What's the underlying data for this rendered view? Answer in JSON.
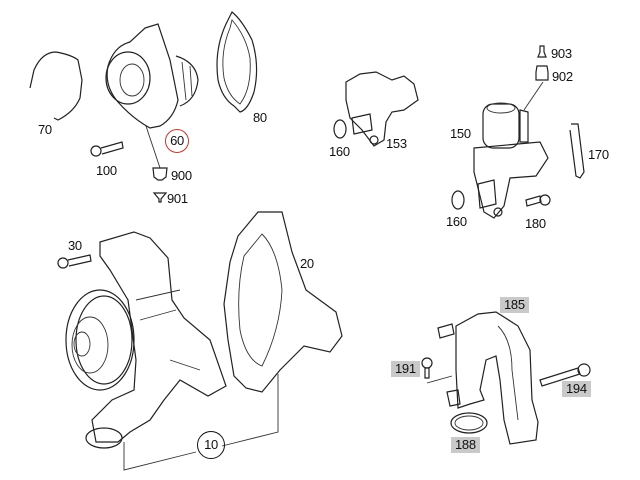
{
  "diagram": {
    "title": "Water pump / thermostat assembly parts diagram",
    "highlight_color": "#c0392b",
    "box_color": "#c9c9c9",
    "callouts": [
      {
        "id": "c70",
        "text": "70",
        "style": "plain"
      },
      {
        "id": "c100",
        "text": "100",
        "style": "plain"
      },
      {
        "id": "c60",
        "text": "60",
        "style": "circled-red"
      },
      {
        "id": "c80",
        "text": "80",
        "style": "plain"
      },
      {
        "id": "c900",
        "text": "900",
        "style": "plain"
      },
      {
        "id": "c901",
        "text": "901",
        "style": "plain"
      },
      {
        "id": "c903",
        "text": "903",
        "style": "plain"
      },
      {
        "id": "c902",
        "text": "902",
        "style": "plain"
      },
      {
        "id": "c160a",
        "text": "160",
        "style": "plain"
      },
      {
        "id": "c153",
        "text": "153",
        "style": "plain"
      },
      {
        "id": "c150",
        "text": "150",
        "style": "plain"
      },
      {
        "id": "c170",
        "text": "170",
        "style": "plain"
      },
      {
        "id": "c160b",
        "text": "160",
        "style": "plain"
      },
      {
        "id": "c180",
        "text": "180",
        "style": "plain"
      },
      {
        "id": "c30",
        "text": "30",
        "style": "plain"
      },
      {
        "id": "c20",
        "text": "20",
        "style": "plain"
      },
      {
        "id": "c10",
        "text": "10",
        "style": "circled-black"
      },
      {
        "id": "c185",
        "text": "185",
        "style": "boxed"
      },
      {
        "id": "c191",
        "text": "191",
        "style": "boxed"
      },
      {
        "id": "c194",
        "text": "194",
        "style": "boxed"
      },
      {
        "id": "c188",
        "text": "188",
        "style": "boxed"
      }
    ]
  }
}
